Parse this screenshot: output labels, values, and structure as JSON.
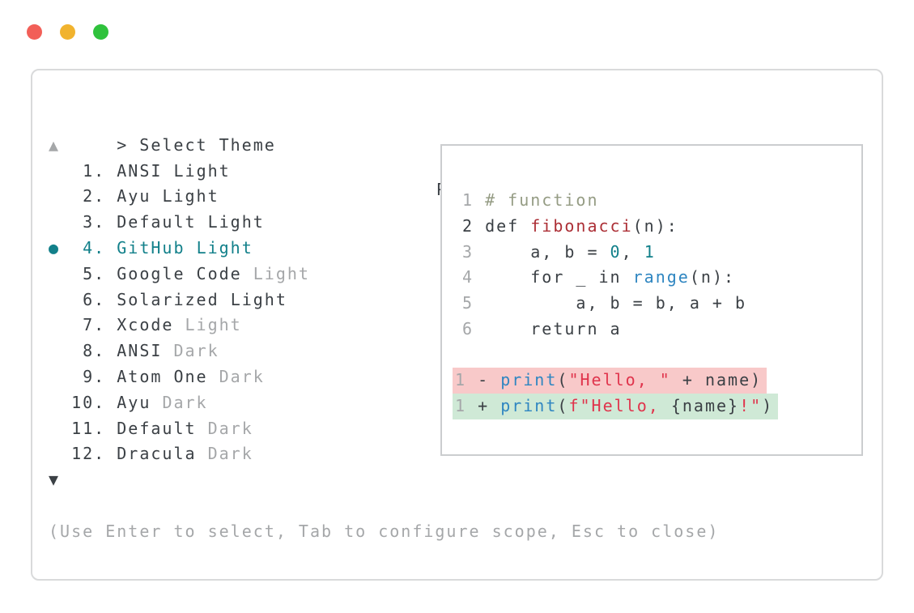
{
  "window": {
    "traffic_lights": [
      {
        "name": "close",
        "color": "#f25f58"
      },
      {
        "name": "minimize",
        "color": "#f1b32e"
      },
      {
        "name": "zoom",
        "color": "#2fc23c"
      }
    ]
  },
  "selector": {
    "prompt_marker": ">",
    "title": "Select Theme",
    "scroll_up_glyph": "▲",
    "scroll_down_glyph": "▼",
    "selected_bullet_glyph": "●",
    "items": [
      {
        "number": 1,
        "name": "ANSI",
        "variant": "Light",
        "variant_dim": false,
        "selected": false
      },
      {
        "number": 2,
        "name": "Ayu",
        "variant": "Light",
        "variant_dim": false,
        "selected": false
      },
      {
        "number": 3,
        "name": "Default",
        "variant": "Light",
        "variant_dim": false,
        "selected": false
      },
      {
        "number": 4,
        "name": "GitHub",
        "variant": "Light",
        "variant_dim": false,
        "selected": true
      },
      {
        "number": 5,
        "name": "Google Code",
        "variant": "Light",
        "variant_dim": true,
        "selected": false
      },
      {
        "number": 6,
        "name": "Solarized",
        "variant": "Light",
        "variant_dim": false,
        "selected": false
      },
      {
        "number": 7,
        "name": "Xcode",
        "variant": "Light",
        "variant_dim": true,
        "selected": false
      },
      {
        "number": 8,
        "name": "ANSI",
        "variant": "Dark",
        "variant_dim": true,
        "selected": false
      },
      {
        "number": 9,
        "name": "Atom One",
        "variant": "Dark",
        "variant_dim": true,
        "selected": false
      },
      {
        "number": 10,
        "name": "Ayu",
        "variant": "Dark",
        "variant_dim": true,
        "selected": false
      },
      {
        "number": 11,
        "name": "Default",
        "variant": "Dark",
        "variant_dim": true,
        "selected": false
      },
      {
        "number": 12,
        "name": "Dracula",
        "variant": "Dark",
        "variant_dim": true,
        "selected": false
      }
    ],
    "footer_hint": "(Use Enter to select, Tab to configure scope, Esc to close)"
  },
  "preview": {
    "label": "Preview",
    "code_lines": [
      {
        "tokens": [
          {
            "t": "1 ",
            "c": "ln"
          },
          {
            "t": "# function",
            "c": "cm"
          }
        ]
      },
      {
        "tokens": [
          {
            "t": "2 ",
            "c": "fg"
          },
          {
            "t": "def ",
            "c": "fg"
          },
          {
            "t": "fibonacci",
            "c": "defname"
          },
          {
            "t": "(n):",
            "c": "fg"
          }
        ]
      },
      {
        "tokens": [
          {
            "t": "3 ",
            "c": "ln"
          },
          {
            "t": "    a, b = ",
            "c": "fg"
          },
          {
            "t": "0",
            "c": "num"
          },
          {
            "t": ", ",
            "c": "fg"
          },
          {
            "t": "1",
            "c": "num"
          }
        ]
      },
      {
        "tokens": [
          {
            "t": "4 ",
            "c": "ln"
          },
          {
            "t": "    for _ in ",
            "c": "fg"
          },
          {
            "t": "range",
            "c": "call"
          },
          {
            "t": "(n):",
            "c": "fg"
          }
        ]
      },
      {
        "tokens": [
          {
            "t": "5 ",
            "c": "ln"
          },
          {
            "t": "        a, b = b, a + b",
            "c": "fg"
          }
        ]
      },
      {
        "tokens": [
          {
            "t": "6 ",
            "c": "ln"
          },
          {
            "t": "    return a",
            "c": "fg"
          }
        ]
      },
      {
        "tokens": []
      },
      {
        "diff": "del",
        "tokens": [
          {
            "t": "1 ",
            "c": "ln"
          },
          {
            "t": "- ",
            "c": "fg"
          },
          {
            "t": "print",
            "c": "call"
          },
          {
            "t": "(",
            "c": "fg"
          },
          {
            "t": "\"Hello, \"",
            "c": "str"
          },
          {
            "t": " + name)",
            "c": "fg"
          }
        ]
      },
      {
        "diff": "add",
        "tokens": [
          {
            "t": "1 ",
            "c": "ln"
          },
          {
            "t": "+ ",
            "c": "fg"
          },
          {
            "t": "print",
            "c": "call"
          },
          {
            "t": "(",
            "c": "fg"
          },
          {
            "t": "f\"Hello, ",
            "c": "str"
          },
          {
            "t": "{name}",
            "c": "fg"
          },
          {
            "t": "!\"",
            "c": "str"
          },
          {
            "t": ")",
            "c": "fg"
          }
        ]
      }
    ]
  },
  "colors": {
    "text": "#3b4045",
    "dim": "#a5a7a9",
    "selected_teal": "#12808a",
    "comment": "#959c84",
    "func_def_red": "#ac2f36",
    "call_blue": "#2f86c1",
    "number_teal": "#12808a",
    "string_red": "#e0344c",
    "diff_del_bg": "#f8c9c9",
    "diff_add_bg": "#cfe9d6",
    "window_border": "#d9dadb",
    "preview_border": "#cbcdcf"
  }
}
